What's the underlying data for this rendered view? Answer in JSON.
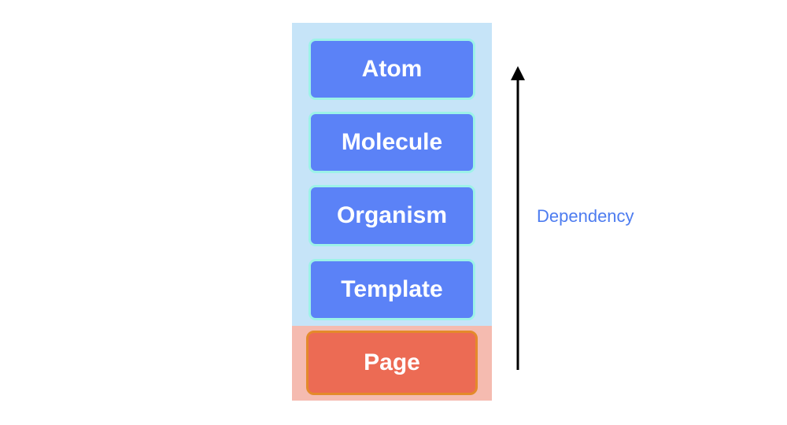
{
  "diagram": {
    "layers": [
      {
        "label": "Atom"
      },
      {
        "label": "Molecule"
      },
      {
        "label": "Organism"
      },
      {
        "label": "Template"
      }
    ],
    "page": {
      "label": "Page"
    },
    "arrow_label": "Dependency"
  },
  "colors": {
    "layer_panel": "#c6e4f8",
    "layer_box": "#5b82f7",
    "layer_border": "#9df2e8",
    "page_panel": "#f5bbb0",
    "page_box": "#ec6b54",
    "page_border": "#e48a2a",
    "label_text": "#4d7cf0",
    "arrow": "#000000"
  }
}
